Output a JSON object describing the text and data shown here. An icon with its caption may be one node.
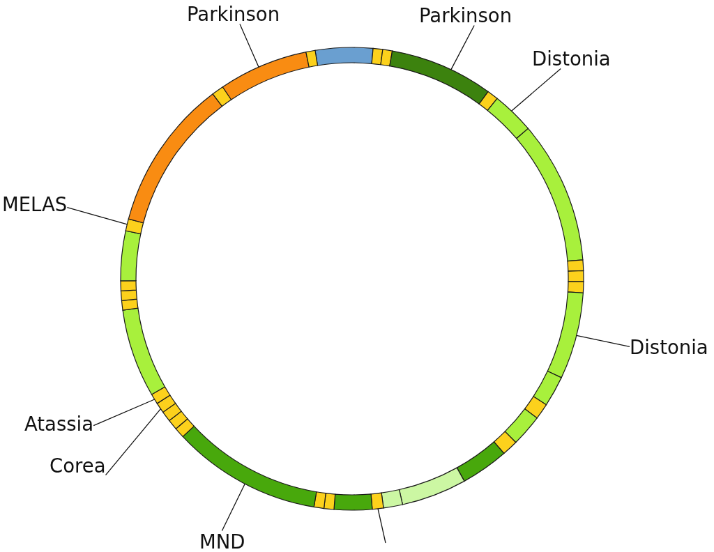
{
  "diagram": {
    "nodes": [
      {
        "text": [
          "Parkinson"
        ]
      },
      {
        "text": [
          "Parkinson"
        ]
      },
      {
        "text": [
          "Distonia"
        ]
      },
      {
        "text": [
          "MELAS"
        ]
      },
      {
        "text": [
          "Distonia"
        ]
      },
      {
        "text": [
          "Atassia"
        ]
      },
      {
        "text": [
          "Corea"
        ]
      },
      {
        "text": [
          "MND"
        ]
      },
      {
        "text": [],
        "shape": "bar"
      },
      {
        "text": [],
        "shape": "bar"
      },
      {
        "text": [],
        "shape": "bar"
      },
      {
        "text": [],
        "shape": "bar"
      },
      {
        "text": [],
        "shape": "bar"
      },
      {
        "text": [],
        "shape": "bar"
      },
      {
        "text": [],
        "shape": "bar"
      },
      {
        "text": [],
        "shape": "bar"
      },
      {
        "text": [],
        "shape": "bar"
      },
      {
        "text": [],
        "shape": "bar"
      },
      {
        "text": [],
        "shape": "bar"
      },
      {
        "text": [],
        "shape": "bar"
      },
      {
        "text": [],
        "shape": "bar"
      },
      {
        "text": [],
        "shape": "bar"
      },
      {
        "text": [],
        "shape": "bar"
      },
      {
        "text": [],
        "shape": "bar"
      },
      {
        "text": [],
        "shape": "bar"
      },
      {
        "text": [],
        "shape": "bar"
      },
      {
        "text": [],
        "shape": "bar"
      },
      {
        "text": [],
        "shape": "bar"
      },
      {
        "text": [],
        "shape": "bar"
      },
      {
        "text": [],
        "shape": "bar"
      },
      {
        "text": [],
        "shape": "bar"
      },
      {
        "text": [],
        "shape": "bar"
      },
      {
        "text": [],
        "shape": "bar"
      },
      {
        "text": [],
        "shape": "bar"
      },
      {
        "text": [],
        "shape": "bar"
      },
      {
        "text": [],
        "shape": "bar"
      },
      {
        "text": [],
        "shape": "bar"
      },
      {
        "text": [],
        "shape": "bar"
      },
      {
        "text": [],
        "shape": "bar"
      },
      {
        "text": [],
        "shape": "bar"
      },
      {
        "text": [],
        "shape": "bar"
      },
      {
        "text": [],
        "shape": "bar"
      },
      {
        "text": [],
        "shape": "bar"
      },
      {
        "text": [],
        "shape": "bar"
      },
      {
        "text": [],
        "shape": "bar"
      },
      {
        "text": [],
        "shape": "bar"
      }
    ],
    "edges": [
      {
        "from": 0,
        "to": 44,
        "arrow": "none"
      },
      {
        "from": 1,
        "to": 11,
        "arrow": "none"
      },
      {
        "from": 2,
        "to": 13,
        "arrow": "none"
      },
      {
        "from": 3,
        "to": 41,
        "arrow": "none"
      },
      {
        "from": 4,
        "to": 18,
        "arrow": "none"
      },
      {
        "from": 5,
        "to": 35,
        "arrow": "none"
      },
      {
        "from": 6,
        "to": 34,
        "arrow": "none"
      },
      {
        "from": 7,
        "to": 30,
        "arrow": "none"
      },
      {
        "from": null,
        "to": 26,
        "arrow": "none"
      }
    ]
  }
}
